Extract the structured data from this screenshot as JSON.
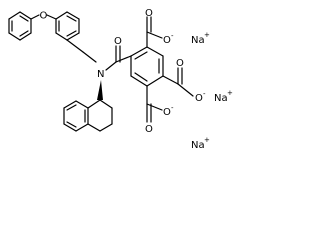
{
  "molecule": {
    "atom_labels": {
      "ether_oxygen": "O",
      "amide_nitrogen": "N",
      "amide_carbonyl_oxygen": "O",
      "carboxylate_top": {
        "carbonyl_o": "O",
        "anion_o": "O",
        "charge": "-"
      },
      "carboxylate_mid": {
        "carbonyl_o": "O",
        "anion_o": "O",
        "charge": "-"
      },
      "carboxylate_bottom": {
        "carbonyl_o": "O",
        "anion_o": "O",
        "charge": "-"
      }
    },
    "counter_ions": [
      {
        "element": "Na",
        "charge": "+"
      },
      {
        "element": "Na",
        "charge": "+"
      },
      {
        "element": "Na",
        "charge": "+"
      }
    ]
  }
}
